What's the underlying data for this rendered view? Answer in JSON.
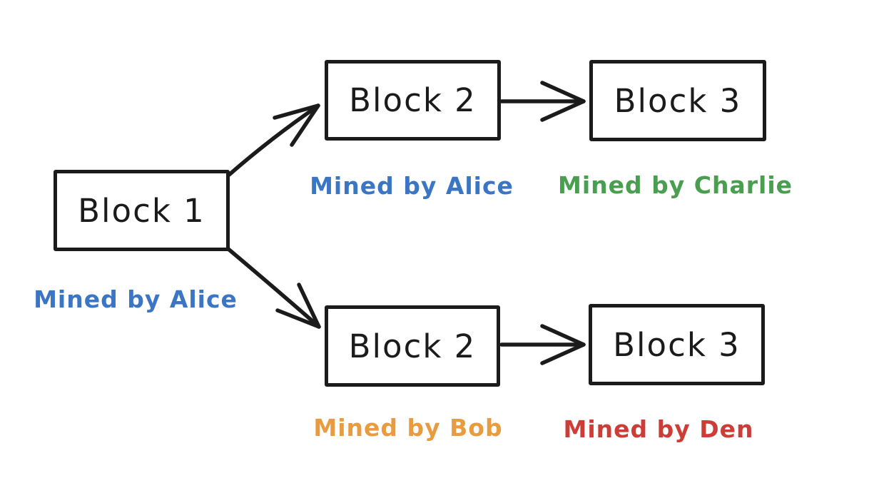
{
  "diagram": {
    "type": "blockchain-fork",
    "background_color": "#ffffff",
    "stroke_color": "#1b1b1b",
    "blocks": {
      "block1": {
        "label": "Block 1",
        "miner": {
          "text": "Mined by Alice",
          "color": "#3b76c5"
        }
      },
      "block2_top": {
        "label": "Block 2",
        "miner": {
          "text": "Mined by Alice",
          "color": "#3b76c5"
        }
      },
      "block3_top": {
        "label": "Block 3",
        "miner": {
          "text": "Mined by Charlie",
          "color": "#4a9e4f"
        }
      },
      "block2_bottom": {
        "label": "Block 2",
        "miner": {
          "text": "Mined by Bob",
          "color": "#e89c3f"
        }
      },
      "block3_bottom": {
        "label": "Block 3",
        "miner": {
          "text": "Mined by Den",
          "color": "#cc3d38"
        }
      }
    },
    "connections": [
      {
        "from": "block1",
        "to": "block2_top"
      },
      {
        "from": "block1",
        "to": "block2_bottom"
      },
      {
        "from": "block2_top",
        "to": "block3_top"
      },
      {
        "from": "block2_bottom",
        "to": "block3_bottom"
      }
    ]
  }
}
